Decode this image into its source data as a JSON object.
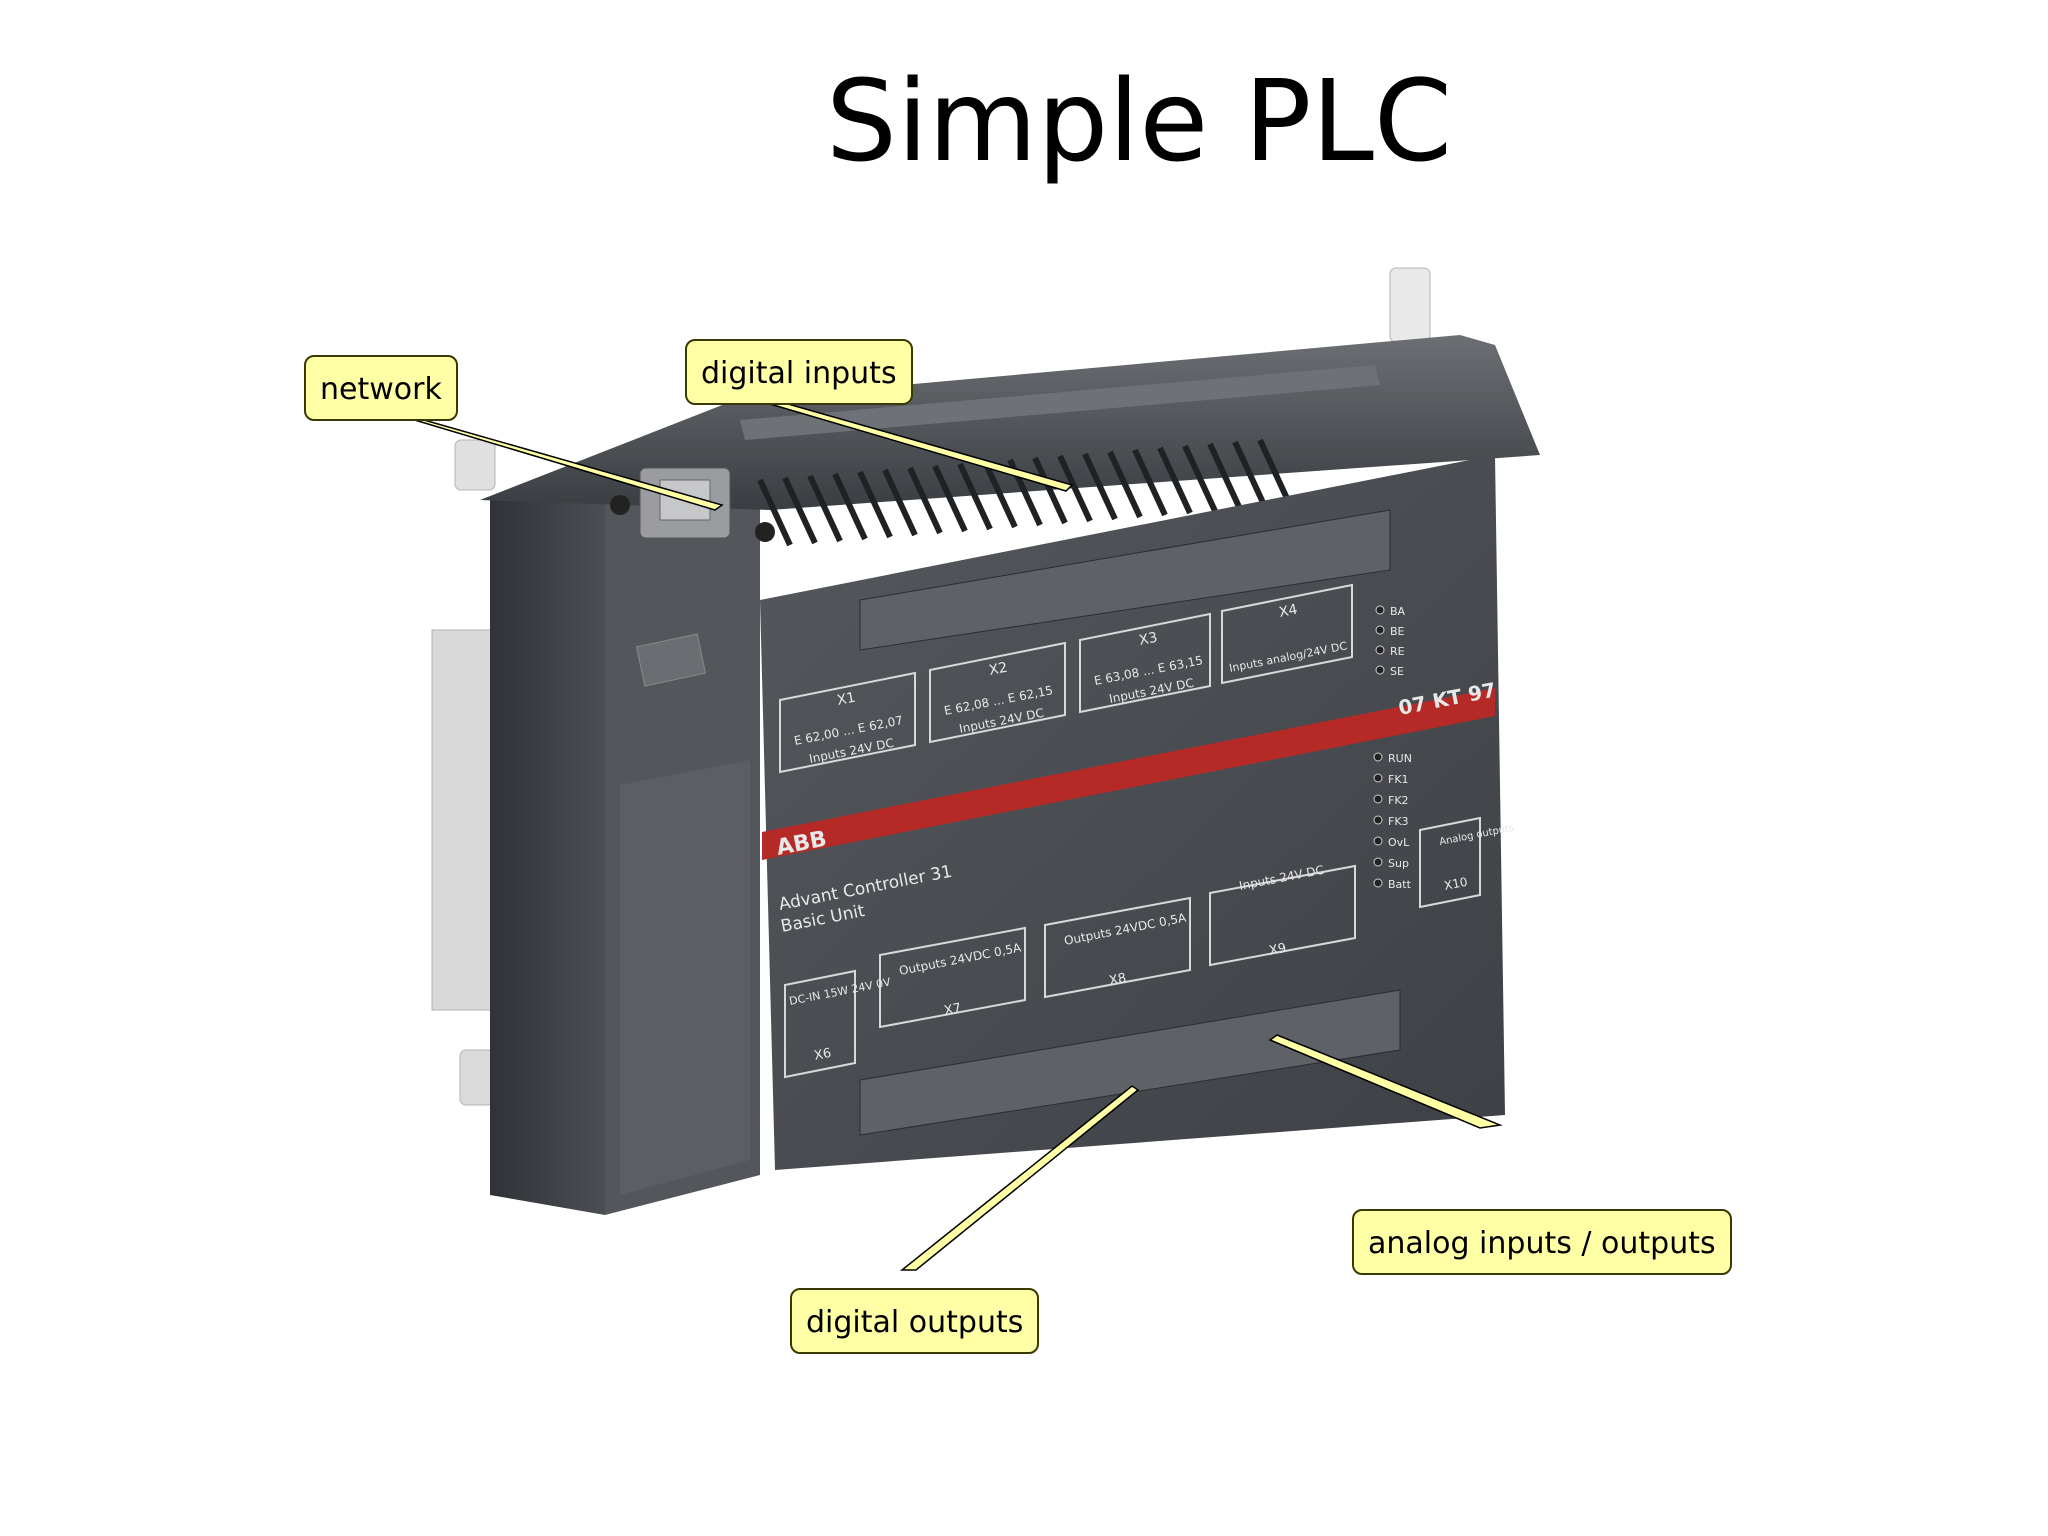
{
  "slide": {
    "title": "Simple PLC"
  },
  "callouts": {
    "network": "network",
    "digital_inputs": "digital inputs",
    "digital_outputs": "digital outputs",
    "analog_io": "analog inputs / outputs"
  },
  "device": {
    "brand": "ABB",
    "model": "07 KT 97",
    "product_line": "Advant Controller 31",
    "product_sub": "Basic Unit",
    "connectors": {
      "x1": "X1",
      "x1_range": "E 62,00 ... E 62,07",
      "x1_desc": "Inputs 24V DC",
      "x2": "X2",
      "x2_range": "E 62,08 ... E 62,15",
      "x2_desc": "Inputs 24V DC",
      "x3": "X3",
      "x3_range": "E 63,08 ... E 63,15",
      "x3_desc": "Inputs 24V DC",
      "x4": "X4",
      "x4_desc": "Inputs analog/24V DC",
      "x6": "X6",
      "x6_desc": "DC-IN 15W 24V 0V",
      "x7": "X7",
      "x7_desc": "Outputs 24VDC 0,5A",
      "x8": "X8",
      "x8_desc": "Outputs 24VDC 0,5A",
      "x9": "X9",
      "x9_desc": "Inputs 24V DC",
      "x10": "X10",
      "x10_desc": "Analog outputs"
    },
    "leds_top": [
      "BA",
      "BE",
      "RE",
      "SE"
    ],
    "leds_bottom": [
      "RUN",
      "FK1",
      "FK2",
      "FK3",
      "OvL",
      "Sup",
      "Batt"
    ]
  },
  "colors": {
    "callout_fill": "#ffffa6",
    "housing": "#4a4d52",
    "red_stripe": "#b52a27"
  }
}
